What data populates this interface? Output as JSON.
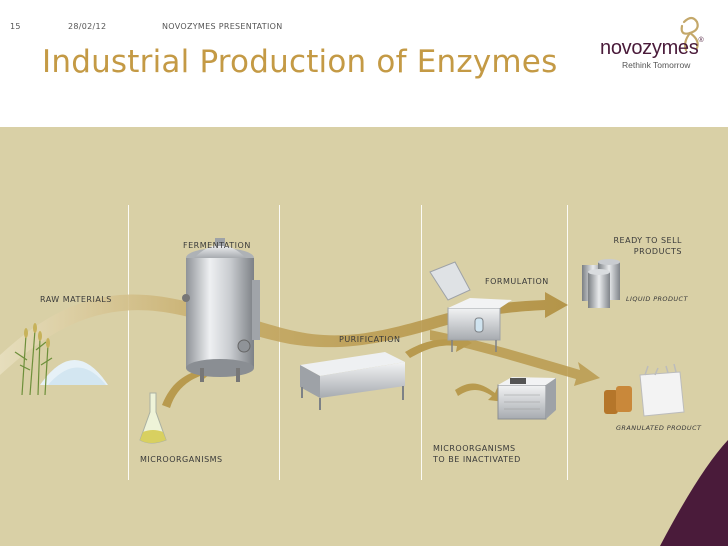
{
  "header": {
    "slide_number": "15",
    "date": "28/02/12",
    "presentation": "NOVOZYMES PRESENTATION"
  },
  "title": "Industrial Production of Enzymes",
  "logo": {
    "name": "novozymes",
    "trademark": "®",
    "tagline": "Rethink Tomorrow",
    "icon": "novozymes-swirl-logo-icon"
  },
  "diagram": {
    "labels": {
      "raw_materials": "RAW MATERIALS",
      "fermentation": "FERMENTATION",
      "microorganisms": "MICROORGANISMS",
      "purification": "PURIFICATION",
      "formulation": "FORMULATION",
      "inactivate_line1": "MICROORGANISMS",
      "inactivate_line2": "TO BE INACTIVATED",
      "ready_line1": "READY TO SELL",
      "ready_line2": "PRODUCTS",
      "liquid_product": "LIQUID PRODUCT",
      "granulated_product": "GRANULATED PRODUCT"
    }
  },
  "colors": {
    "title_gold": "#c49a45",
    "band_beige": "#d9d0a6",
    "arrow_gold": "#b89a4e",
    "brand_purple": "#4a1b3a"
  }
}
